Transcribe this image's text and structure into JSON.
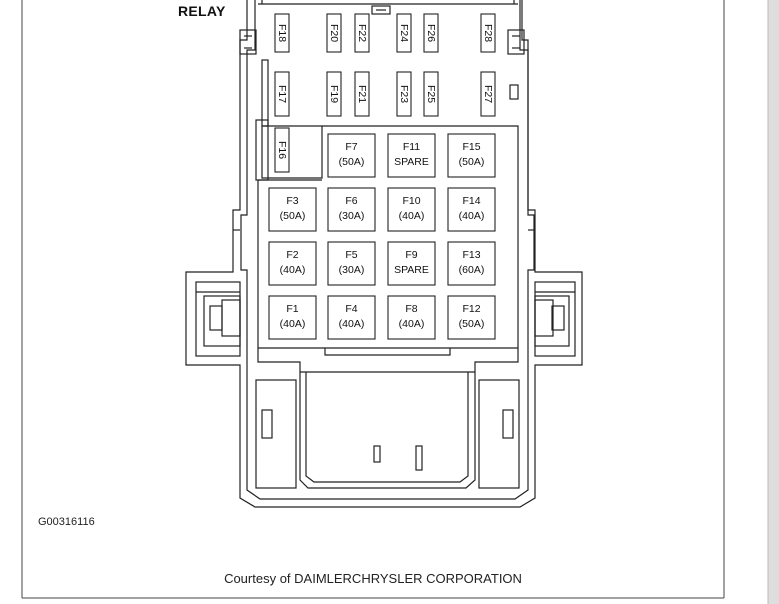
{
  "labels": {
    "relay": "RELAY",
    "figure_id": "G00316116",
    "courtesy": "Courtesy of DAIMLERCHRYSLER CORPORATION"
  },
  "top_fuses": {
    "row1": [
      "F18",
      "F20",
      "F22",
      "F24",
      "F26",
      "F28"
    ],
    "row2": [
      "F17",
      "F19",
      "F21",
      "F23",
      "F25",
      "F27"
    ],
    "single": "F16"
  },
  "maxi_fuses": [
    {
      "name": "F7",
      "rating": "(50A)"
    },
    {
      "name": "F11",
      "rating": "SPARE"
    },
    {
      "name": "F15",
      "rating": "(50A)"
    },
    {
      "name": "F3",
      "rating": "(50A)"
    },
    {
      "name": "F6",
      "rating": "(30A)"
    },
    {
      "name": "F10",
      "rating": "(40A)"
    },
    {
      "name": "F14",
      "rating": "(40A)"
    },
    {
      "name": "F2",
      "rating": "(40A)"
    },
    {
      "name": "F5",
      "rating": "(30A)"
    },
    {
      "name": "F9",
      "rating": "SPARE"
    },
    {
      "name": "F13",
      "rating": "(60A)"
    },
    {
      "name": "F1",
      "rating": "(40A)"
    },
    {
      "name": "F4",
      "rating": "(40A)"
    },
    {
      "name": "F8",
      "rating": "(40A)"
    },
    {
      "name": "F12",
      "rating": "(50A)"
    }
  ]
}
